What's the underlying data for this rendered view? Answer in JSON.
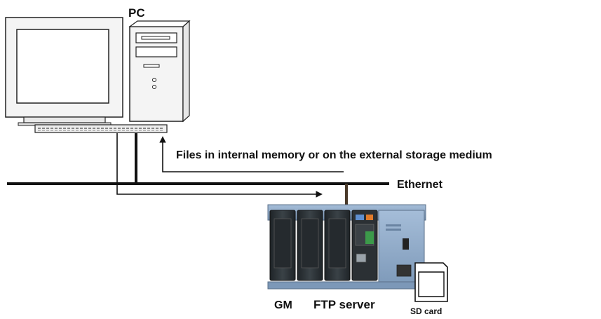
{
  "labels": {
    "pc": "PC",
    "files": "Files in internal memory or on the external storage medium",
    "ethernet": "Ethernet",
    "gm": "GM",
    "ftp_server": "FTP server",
    "sd_card": "SD card"
  },
  "colors": {
    "line": "#111111",
    "computer_body": "#f4f4f4",
    "gm_body": "#2e3438",
    "gm_panel": "#8eaac8"
  },
  "icons": [
    "monitor-icon",
    "pc-tower-icon",
    "keyboard-icon",
    "gm-device-icon",
    "sd-card-icon"
  ]
}
